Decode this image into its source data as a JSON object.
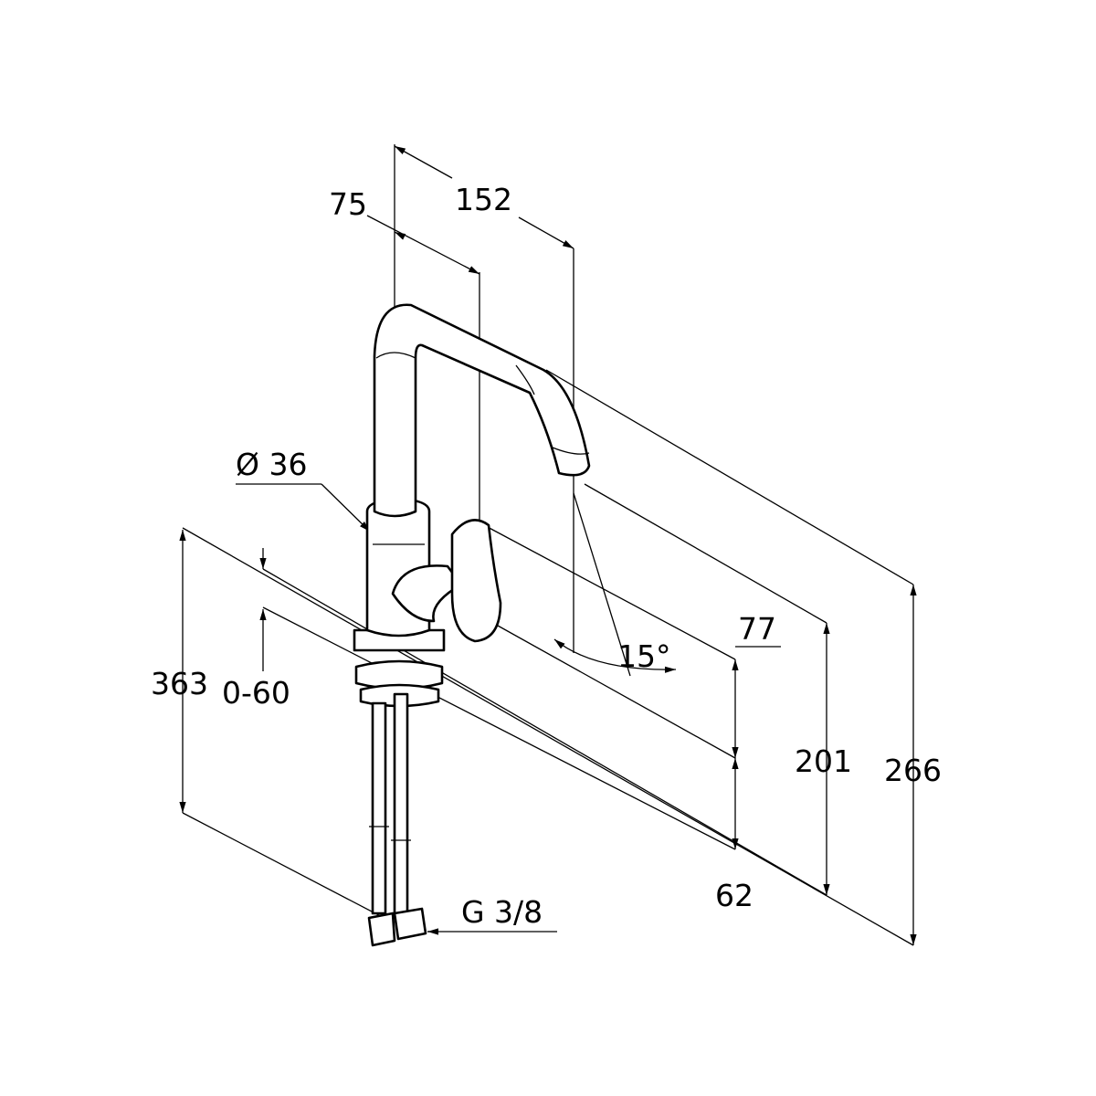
{
  "title": "Faucet dimension drawing",
  "dimensions": {
    "spout_reach": "152",
    "handle_offset": "75",
    "body_diameter": "Ø 36",
    "total_height": "363",
    "deck_thickness": "0-60",
    "handle_height": "77",
    "swivel_angle": "15°",
    "spout_outlet_height": "201",
    "spout_top_height": "266",
    "base_height": "62",
    "connection_thread": "G 3/8"
  },
  "colors": {
    "line": "#000000",
    "background": "#ffffff"
  }
}
